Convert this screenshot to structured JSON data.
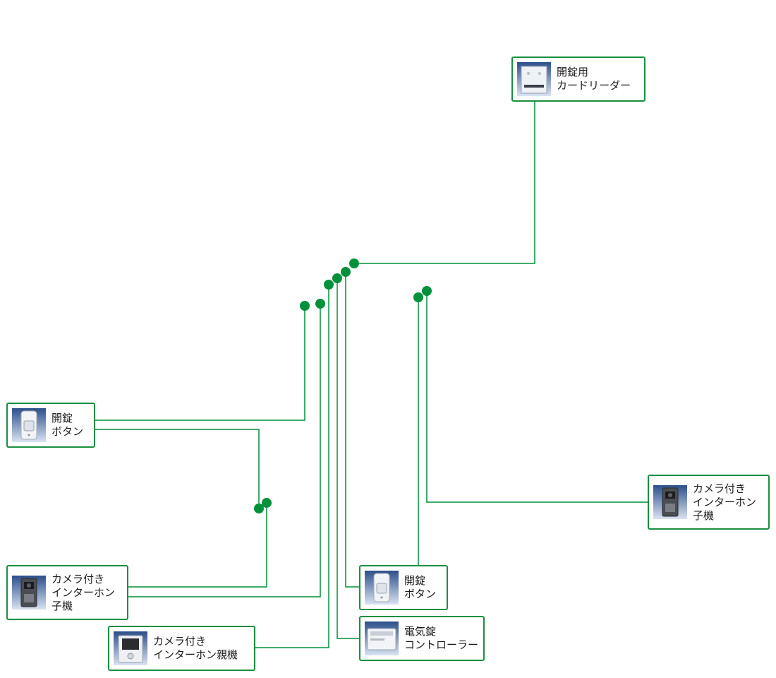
{
  "devices": {
    "card_reader": {
      "label": "開錠用\nカードリーダー",
      "icon": "card-reader-icon"
    },
    "unlock_button_left": {
      "label": "開錠\nボタン",
      "icon": "unlock-button-icon"
    },
    "intercom_sub_left": {
      "label": "カメラ付き\nインターホン\n子機",
      "icon": "camera-intercom-sub-icon"
    },
    "intercom_main": {
      "label": "カメラ付き\nインターホン親機",
      "icon": "camera-intercom-main-icon"
    },
    "unlock_button_center": {
      "label": "開錠\nボタン",
      "icon": "unlock-button-icon"
    },
    "lock_controller": {
      "label": "電気錠\nコントローラー",
      "icon": "electric-lock-controller-icon"
    },
    "intercom_sub_right": {
      "label": "カメラ付き\nインターホン\n子機",
      "icon": "camera-intercom-sub-icon"
    }
  },
  "colors": {
    "wire": "#00913a",
    "box_border": "#1a8f3f",
    "thumb_bg_top": "#2d4f8a",
    "thumb_bg_bottom": "#d9e3f2"
  }
}
